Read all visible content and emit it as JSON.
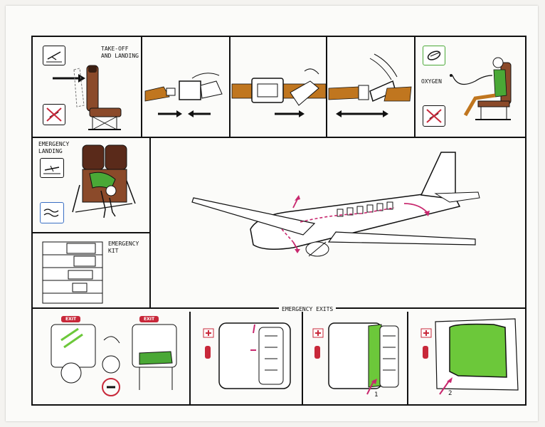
{
  "sections": {
    "takeoff_landing": "TAKE-OFF\nAND LANDING",
    "oxygen": "OXYGEN",
    "emergency_landing": "EMERGENCY\nLANDING",
    "emergency_kit": "EMERGENCY\nKIT",
    "emergency_exits": "EMERGENCY EXITS"
  },
  "exit_signs": [
    "EXIT",
    "EXIT"
  ],
  "step_numbers": [
    "1",
    "2"
  ],
  "colors": {
    "seat_brown": "#8b4a2a",
    "belt_tan": "#c0761f",
    "passenger_green": "#4aa836",
    "exit_green": "#6cc83a",
    "exit_red": "#c8283a",
    "arrow_magenta": "#c8286e",
    "water_blue": "#3a6fc4"
  },
  "icons": [
    "no-smoking-icon",
    "airplane-icon",
    "water-ditching-icon",
    "oxygen-mask-icon",
    "fire-extinguisher-icon"
  ]
}
